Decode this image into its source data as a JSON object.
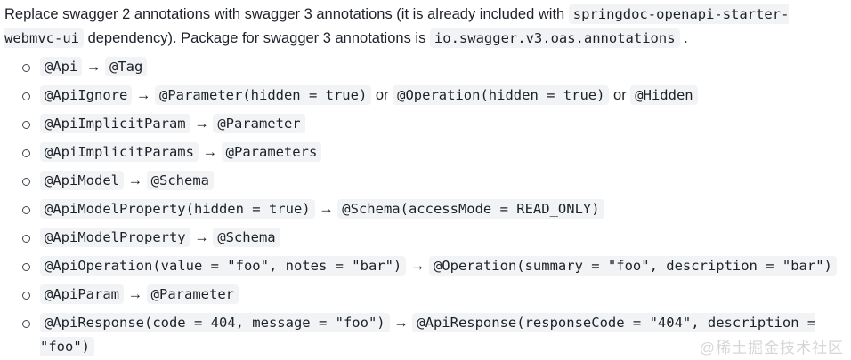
{
  "colors": {
    "text": "#1d2129",
    "code_text": "#1d2129",
    "code_bg": "#f2f3f5",
    "bullet": "#3f444d",
    "watermark": "#d6d6d6",
    "background": "#ffffff"
  },
  "meta": {
    "watermark": "@稀土掘金技术社区"
  },
  "paragraph": {
    "segments": [
      {
        "t": "text",
        "v": "Replace swagger 2 annotations with swagger 3 annotations (it is already included with "
      },
      {
        "t": "code",
        "v": "springdoc-openapi-starter-webmvc-ui"
      },
      {
        "t": "text",
        "v": " dependency). Package for swagger 3 annotations is "
      },
      {
        "t": "code",
        "v": "io.swagger.v3.oas.annotations"
      },
      {
        "t": "text",
        "v": " ."
      }
    ]
  },
  "list": {
    "items": [
      {
        "segments": [
          {
            "t": "code",
            "v": "@Api"
          },
          {
            "t": "text",
            "v": " → "
          },
          {
            "t": "code",
            "v": "@Tag"
          }
        ]
      },
      {
        "segments": [
          {
            "t": "code",
            "v": "@ApiIgnore"
          },
          {
            "t": "text",
            "v": " → "
          },
          {
            "t": "code",
            "v": "@Parameter(hidden = true)"
          },
          {
            "t": "text",
            "v": " or "
          },
          {
            "t": "code",
            "v": "@Operation(hidden = true)"
          },
          {
            "t": "text",
            "v": " or "
          },
          {
            "t": "code",
            "v": "@Hidden"
          }
        ]
      },
      {
        "segments": [
          {
            "t": "code",
            "v": "@ApiImplicitParam"
          },
          {
            "t": "text",
            "v": " → "
          },
          {
            "t": "code",
            "v": "@Parameter"
          }
        ]
      },
      {
        "segments": [
          {
            "t": "code",
            "v": "@ApiImplicitParams"
          },
          {
            "t": "text",
            "v": " → "
          },
          {
            "t": "code",
            "v": "@Parameters"
          }
        ]
      },
      {
        "segments": [
          {
            "t": "code",
            "v": "@ApiModel"
          },
          {
            "t": "text",
            "v": " → "
          },
          {
            "t": "code",
            "v": "@Schema"
          }
        ]
      },
      {
        "segments": [
          {
            "t": "code",
            "v": "@ApiModelProperty(hidden = true)"
          },
          {
            "t": "text",
            "v": " → "
          },
          {
            "t": "code",
            "v": "@Schema(accessMode = READ_ONLY)"
          }
        ]
      },
      {
        "segments": [
          {
            "t": "code",
            "v": "@ApiModelProperty"
          },
          {
            "t": "text",
            "v": " → "
          },
          {
            "t": "code",
            "v": "@Schema"
          }
        ]
      },
      {
        "segments": [
          {
            "t": "code",
            "v": "@ApiOperation(value = \"foo\", notes = \"bar\")"
          },
          {
            "t": "text",
            "v": " → "
          },
          {
            "t": "code",
            "v": "@Operation(summary = \"foo\", description = \"bar\")"
          }
        ]
      },
      {
        "segments": [
          {
            "t": "code",
            "v": "@ApiParam"
          },
          {
            "t": "text",
            "v": " → "
          },
          {
            "t": "code",
            "v": "@Parameter"
          }
        ]
      },
      {
        "segments": [
          {
            "t": "code",
            "v": "@ApiResponse(code = 404, message = \"foo\")"
          },
          {
            "t": "text",
            "v": " → "
          },
          {
            "t": "code",
            "v": "@ApiResponse(responseCode = \"404\", description = \"foo\")"
          }
        ]
      }
    ]
  }
}
